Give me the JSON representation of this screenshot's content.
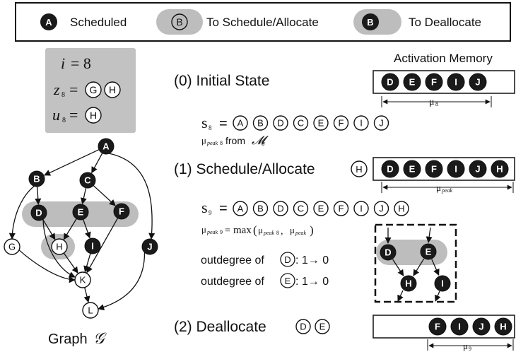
{
  "legend": {
    "scheduled_node": "A",
    "scheduled_label": "Scheduled",
    "to_schedule_node": "B",
    "to_schedule_label": "To Schedule/Allocate",
    "to_deallocate_node": "B",
    "to_deallocate_label": "To Deallocate"
  },
  "state_box": {
    "i_var": "i",
    "i_eq": "= 8",
    "z_var": "z",
    "z_sub": "8",
    "z_eq": "=",
    "z_nodes": [
      "G",
      "H"
    ],
    "u_var": "u",
    "u_sub": "8",
    "u_eq": "=",
    "u_nodes": [
      "H"
    ]
  },
  "graph": {
    "caption_text": "Graph",
    "caption_symbol": "𝒢",
    "nodes": [
      {
        "id": "A",
        "style": "filled"
      },
      {
        "id": "B",
        "style": "filled"
      },
      {
        "id": "C",
        "style": "filled"
      },
      {
        "id": "D",
        "style": "filled"
      },
      {
        "id": "E",
        "style": "filled"
      },
      {
        "id": "F",
        "style": "filled"
      },
      {
        "id": "G",
        "style": "open"
      },
      {
        "id": "H",
        "style": "open"
      },
      {
        "id": "I",
        "style": "filled"
      },
      {
        "id": "J",
        "style": "filled"
      },
      {
        "id": "K",
        "style": "open"
      },
      {
        "id": "L",
        "style": "open"
      }
    ],
    "edges": [
      [
        "A",
        "B"
      ],
      [
        "A",
        "C"
      ],
      [
        "A",
        "J"
      ],
      [
        "B",
        "D"
      ],
      [
        "B",
        "G"
      ],
      [
        "C",
        "E"
      ],
      [
        "C",
        "F"
      ],
      [
        "D",
        "H"
      ],
      [
        "D",
        "K"
      ],
      [
        "E",
        "H"
      ],
      [
        "E",
        "I"
      ],
      [
        "F",
        "K"
      ],
      [
        "G",
        "K"
      ],
      [
        "H",
        "K"
      ],
      [
        "I",
        "K"
      ],
      [
        "J",
        "L"
      ],
      [
        "K",
        "L"
      ]
    ]
  },
  "step0": {
    "title": "(0) Initial State",
    "memory_title": "Activation Memory",
    "memory": [
      "D",
      "E",
      "F",
      "I",
      "J"
    ],
    "mu_label": "μ",
    "mu_sub": "8",
    "seq_label": "s",
    "seq_sub": "8",
    "seq_eq": "=",
    "seq": [
      "A",
      "B",
      "D",
      "C",
      "E",
      "F",
      "I",
      "J"
    ],
    "peak_mu": "μ",
    "peak_sub": "peak",
    "peak_sub2": "8",
    "peak_from": "from",
    "peak_M": "𝓜",
    "peak_M_sub": "8"
  },
  "step1": {
    "title": "(1) Schedule/Allocate",
    "title_node": "H",
    "memory": [
      "D",
      "E",
      "F",
      "I",
      "J",
      "H"
    ],
    "mu_label": "μ",
    "mu_sub": "peak",
    "seq_label": "s",
    "seq_sub": "9",
    "seq_eq": "=",
    "seq": [
      "A",
      "B",
      "D",
      "C",
      "E",
      "F",
      "I",
      "J",
      "H"
    ],
    "peak_mu": "μ",
    "peak_sub": "peak",
    "peak_sub2": "9",
    "peak_eq": "=",
    "peak_max": "max",
    "peak_arg1": "μ",
    "peak_arg1_sub": "peak",
    "peak_arg1_sub2": "8",
    "peak_arg2": "μ",
    "peak_arg2_sub": "peak",
    "outdeg": [
      {
        "label": "outdegree of",
        "node": "D",
        "change": ": 1→ 0"
      },
      {
        "label": "outdegree of",
        "node": "E",
        "change": ": 1→ 0"
      }
    ],
    "inset_nodes": [
      "D",
      "E",
      "H",
      "I"
    ]
  },
  "step2": {
    "title": "(2) Deallocate",
    "title_nodes": [
      "D",
      "E"
    ],
    "memory": [
      "F",
      "I",
      "J",
      "H"
    ],
    "mu_label": "μ",
    "mu_sub": "9"
  }
}
